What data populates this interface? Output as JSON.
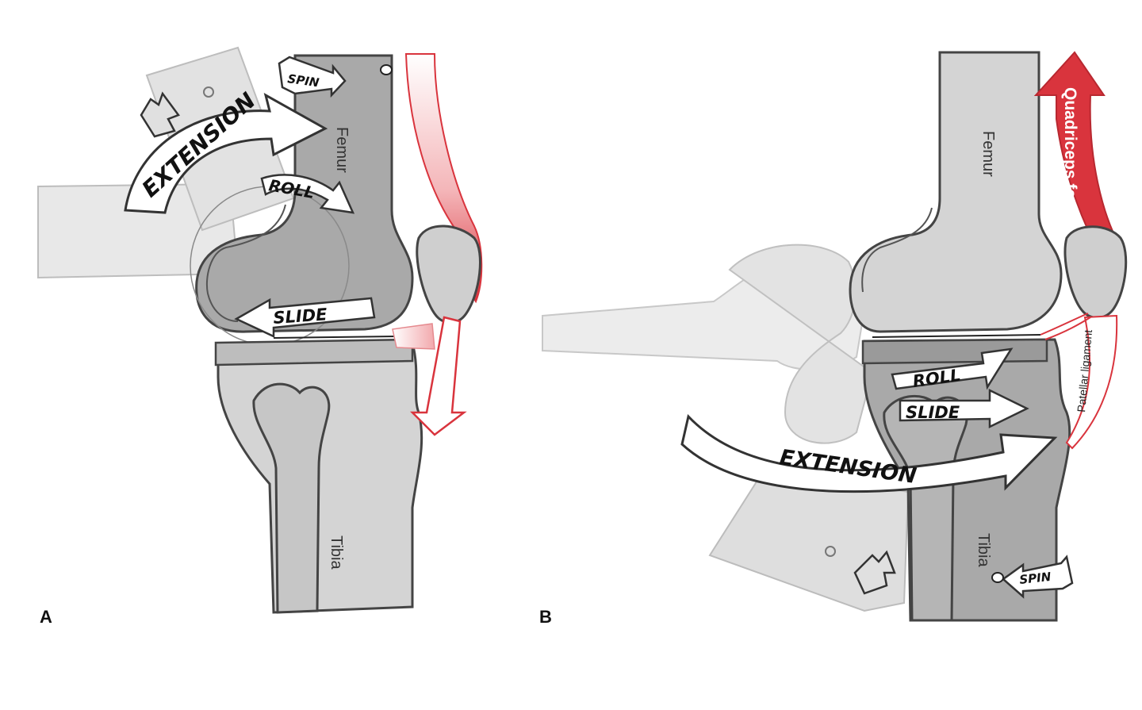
{
  "panels": [
    {
      "letter": "A",
      "bones": {
        "femur": "Femur",
        "tibia": "Tibia"
      },
      "arrows": {
        "extension": "EXTENSION",
        "roll": "ROLL",
        "slide": "SLIDE",
        "spin": "SPIN"
      }
    },
    {
      "letter": "B",
      "bones": {
        "femur": "Femur",
        "tibia": "Tibia"
      },
      "arrows": {
        "extension": "EXTENSION",
        "roll": "ROLL",
        "slide": "SLIDE",
        "spin": "SPIN"
      },
      "muscle": "Quadriceps femoris",
      "ligament": "Patellar ligament"
    }
  ],
  "colors": {
    "bone_light": "#d9d9d9",
    "bone_dark": "#a6a6a6",
    "limb_faded": "#e6e6e6",
    "outline": "#444444",
    "muscle_red": "#d9343d",
    "arrow_fill": "#ffffff"
  }
}
